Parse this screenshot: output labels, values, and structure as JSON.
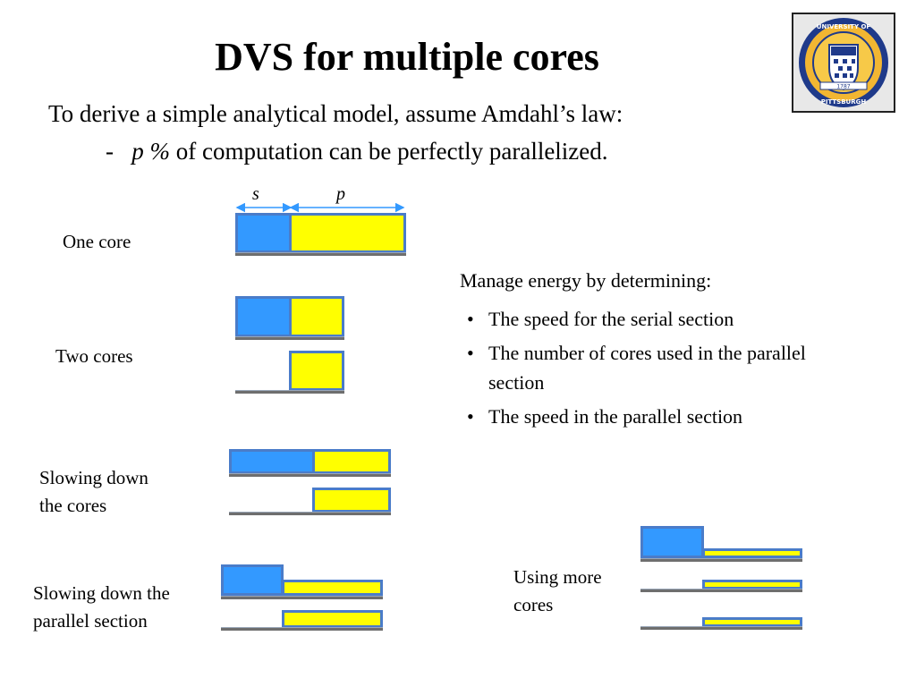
{
  "slide": {
    "title": "DVS for multiple cores",
    "intro_line1": "To derive a simple analytical model, assume Amdahl’s law:",
    "intro_dash": "-",
    "intro_p": "p %",
    "intro_rest": "of computation can be perfectly parallelized."
  },
  "diagram": {
    "s_label": "s",
    "p_label": "p",
    "one_core": "One core",
    "two_cores": "Two cores",
    "slowing_cores_1": "Slowing down",
    "slowing_cores_2": "the cores",
    "slowing_parallel_1": "Slowing down the",
    "slowing_parallel_2": "parallel section",
    "more_cores_1": "Using more",
    "more_cores_2": "cores"
  },
  "side": {
    "heading": "Manage energy by determining:",
    "bullets": [
      "The speed for the serial section",
      "The number of cores used in the parallel section",
      "The speed in the parallel section"
    ]
  },
  "colors": {
    "serial": "#3399ff",
    "parallel": "#ffff00",
    "border": "#4a7cc9",
    "timeline": "#6e6e6e"
  },
  "logo": {
    "text_top": "UNIVERSITY OF",
    "text_bottom": "PITTSBURGH",
    "year": "1787"
  }
}
